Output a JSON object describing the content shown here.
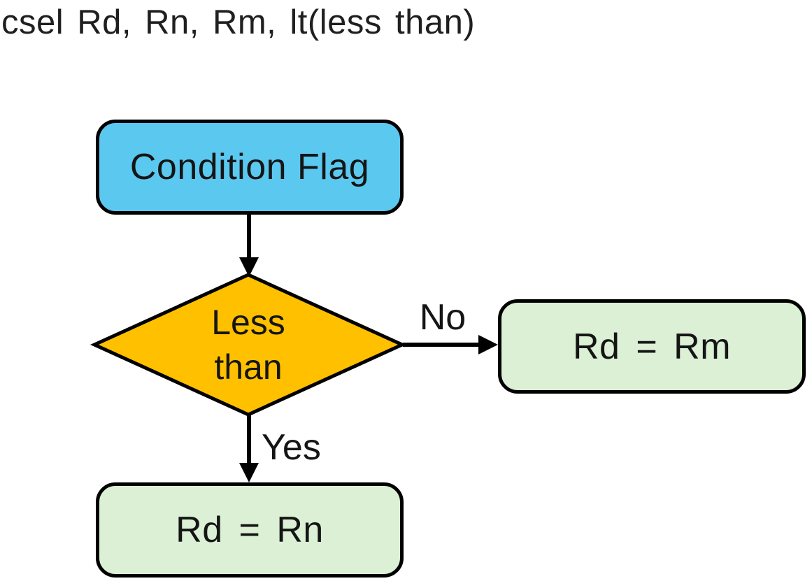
{
  "title": "csel Rd, Rn, Rm, lt(less than)",
  "colors": {
    "condition_fill": "#5BC8F0",
    "decision_fill": "#FFC000",
    "result_fill": "#DBF0D4",
    "outline": "#000000",
    "text": "#151515"
  },
  "nodes": {
    "condition": {
      "label": "Condition Flag",
      "shape": "rounded-rectangle"
    },
    "decision": {
      "label": "Less\nthan",
      "shape": "diamond"
    },
    "result_no": {
      "label": "Rd = Rm",
      "shape": "rounded-rectangle"
    },
    "result_yes": {
      "label": "Rd = Rn",
      "shape": "rounded-rectangle"
    }
  },
  "edges": {
    "condition_to_decision": {
      "from": "condition",
      "to": "decision",
      "label": ""
    },
    "decision_to_result_no": {
      "from": "decision",
      "to": "result_no",
      "label": "No"
    },
    "decision_to_result_yes": {
      "from": "decision",
      "to": "result_yes",
      "label": "Yes"
    }
  }
}
